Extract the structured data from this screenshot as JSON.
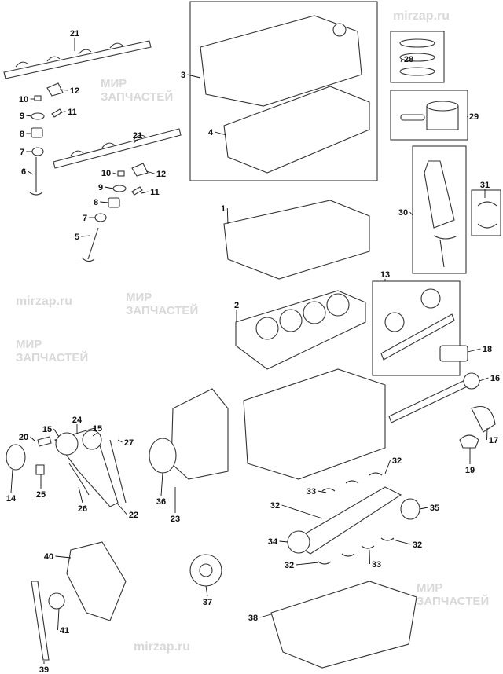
{
  "watermark": {
    "brand_line1": "МИР",
    "brand_line2": "ЗАПЧАСТЕЙ",
    "url": "mirzap.ru"
  },
  "callouts": [
    "21",
    "12",
    "10",
    "11",
    "9",
    "8",
    "7",
    "6",
    "21",
    "10",
    "12",
    "9",
    "11",
    "8",
    "7",
    "5",
    "3",
    "4",
    "28",
    "29",
    "31",
    "30",
    "1",
    "13",
    "2",
    "18",
    "16",
    "17",
    "19",
    "20",
    "15",
    "24",
    "15",
    "27",
    "14",
    "25",
    "26",
    "22",
    "36",
    "23",
    "33",
    "32",
    "32",
    "35",
    "34",
    "32",
    "32",
    "33",
    "40",
    "37",
    "41",
    "38",
    "39"
  ]
}
